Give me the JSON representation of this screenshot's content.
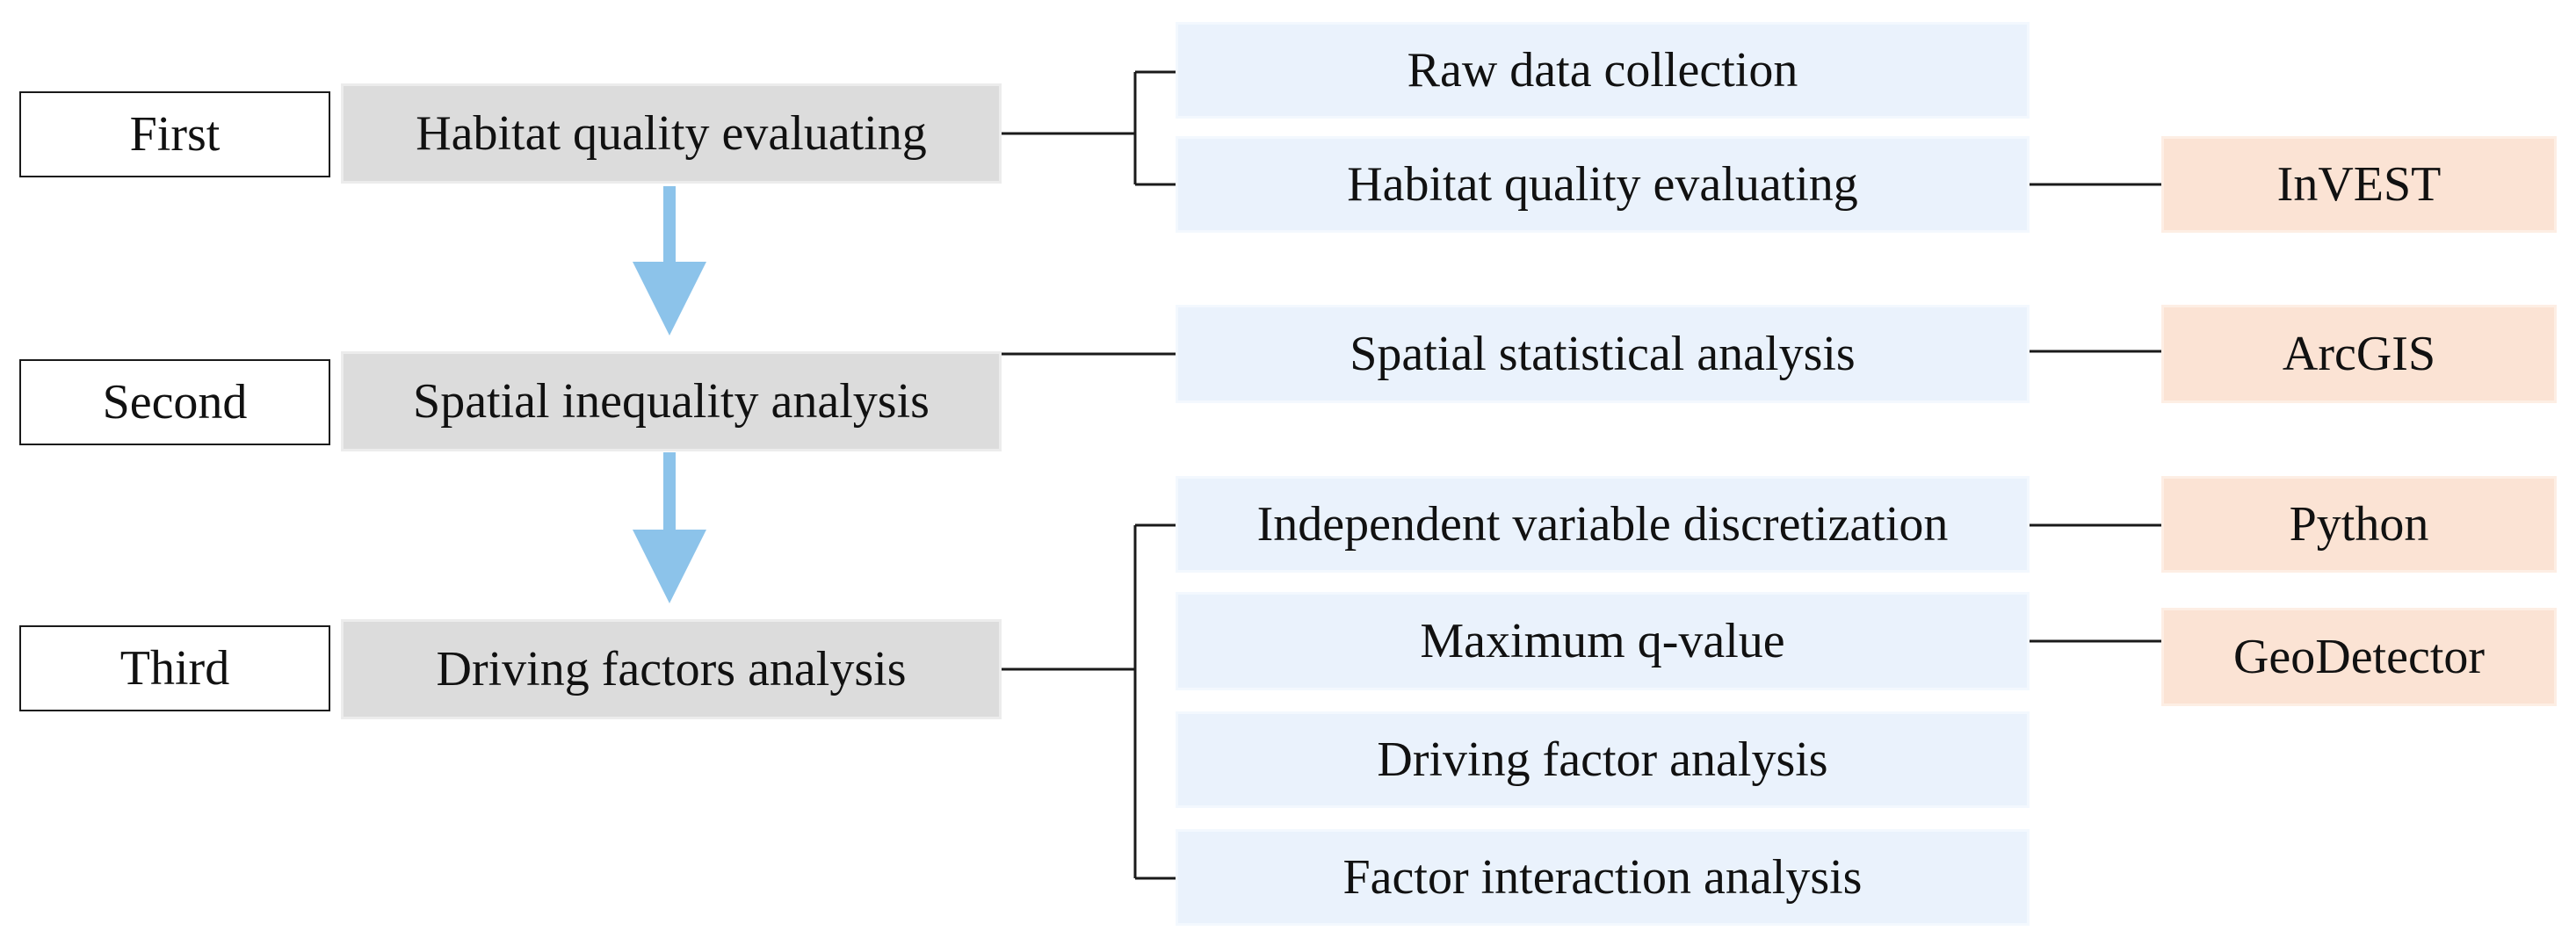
{
  "stages": [
    {
      "label": "First"
    },
    {
      "label": "Second"
    },
    {
      "label": "Third"
    }
  ],
  "phases": [
    {
      "label": "Habitat quality evaluating"
    },
    {
      "label": "Spatial inequality analysis"
    },
    {
      "label": "Driving factors analysis"
    }
  ],
  "tasks": [
    {
      "label": "Raw data collection"
    },
    {
      "label": "Habitat quality evaluating"
    },
    {
      "label": "Spatial statistical analysis"
    },
    {
      "label": "Independent variable discretization"
    },
    {
      "label": "Maximum q-value"
    },
    {
      "label": "Driving factor analysis"
    },
    {
      "label": "Factor interaction analysis"
    }
  ],
  "tools": [
    {
      "label": "InVEST"
    },
    {
      "label": "ArcGIS"
    },
    {
      "label": "Python"
    },
    {
      "label": "GeoDetector"
    }
  ],
  "colors": {
    "stage_fill": "#ffffff",
    "phase_fill": "#dcdcdc",
    "task_fill": "#eaf2fc",
    "tool_fill": "#fbe3d4",
    "arrow": "#8cc3ea",
    "line": "#1a1a1a"
  }
}
